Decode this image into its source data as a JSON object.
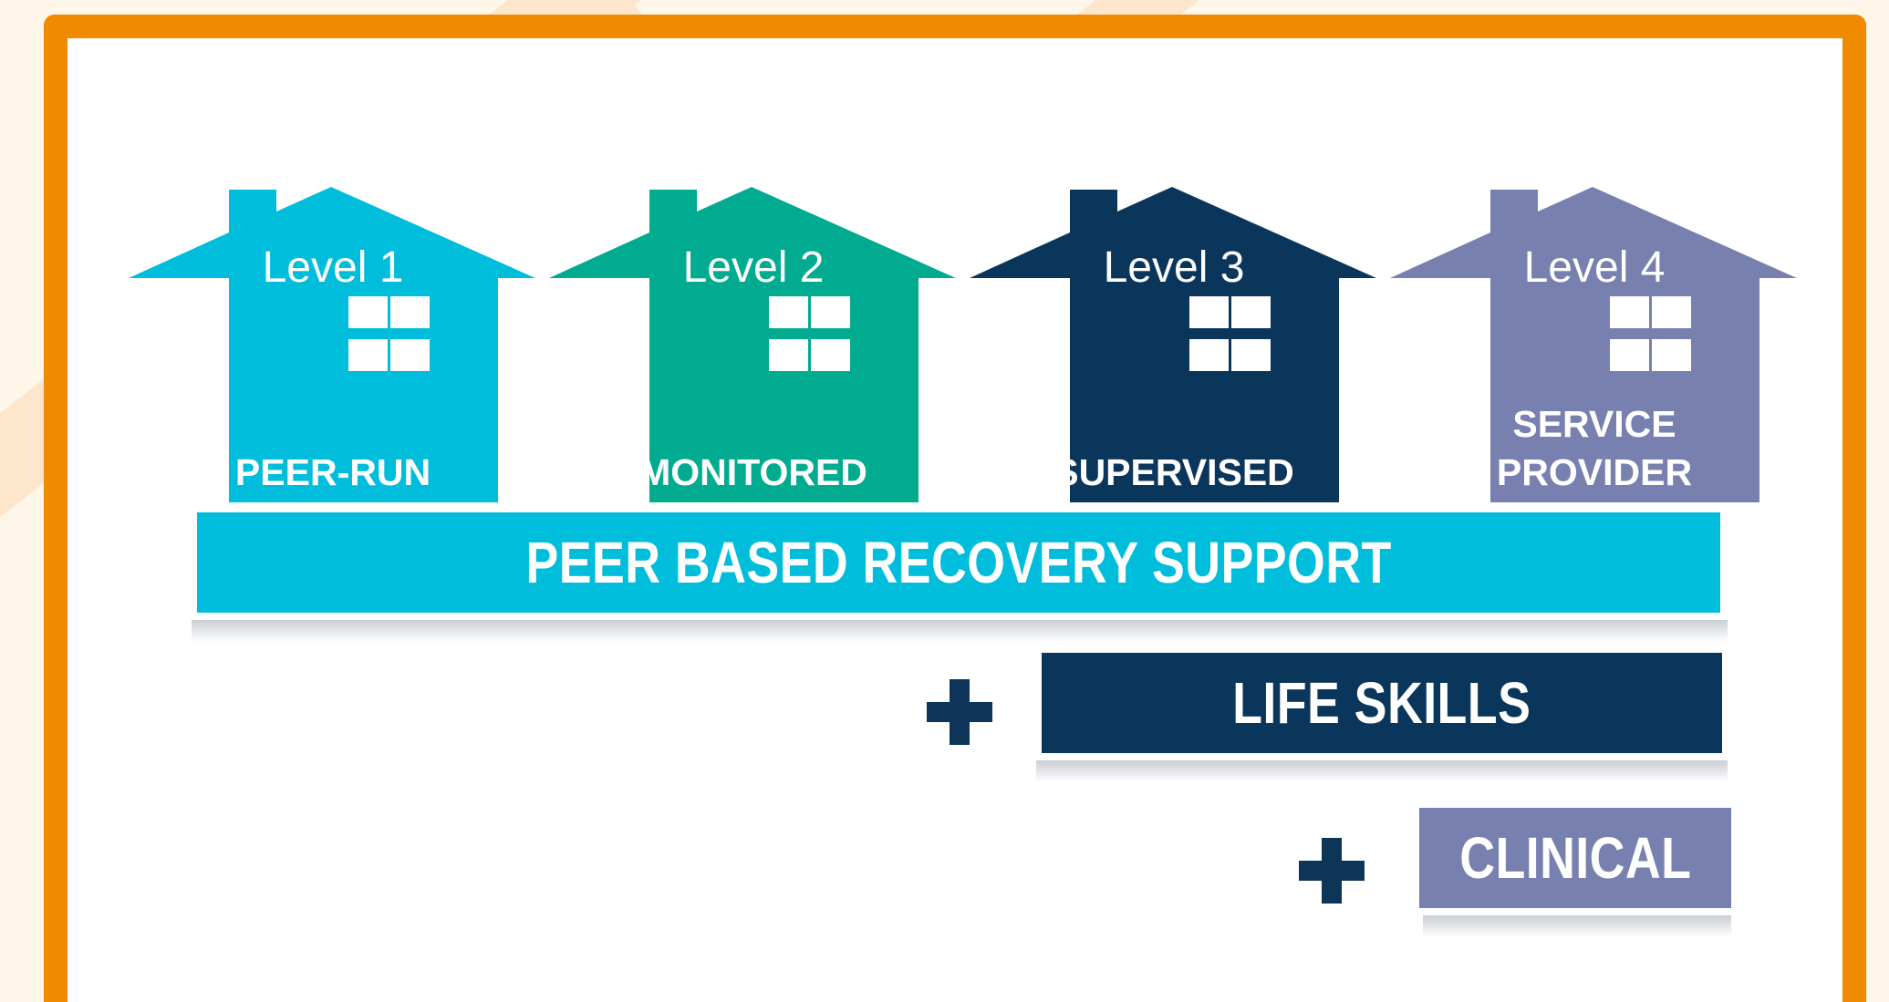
{
  "colors": {
    "border": "#f08a00",
    "level1": "#00bedb",
    "level2": "#00ab8f",
    "level3": "#0b365c",
    "level4": "#7880af",
    "plus": "#0d3558"
  },
  "houses": [
    {
      "level": "Level 1",
      "type_lines": [
        "PEER-RUN"
      ],
      "color": "#00bedb"
    },
    {
      "level": "Level 2",
      "type_lines": [
        "MONITORED"
      ],
      "color": "#00ab8f"
    },
    {
      "level": "Level 3",
      "type_lines": [
        "SUPERVISED"
      ],
      "color": "#0b365c"
    },
    {
      "level": "Level 4",
      "type_lines": [
        "SERVICE",
        "PROVIDER"
      ],
      "color": "#7880af"
    }
  ],
  "bars": {
    "peer_support": "PEER BASED RECOVERY SUPPORT",
    "life_skills": "LIFE SKILLS",
    "clinical": "CLINICAL"
  },
  "plus_symbol": "+"
}
